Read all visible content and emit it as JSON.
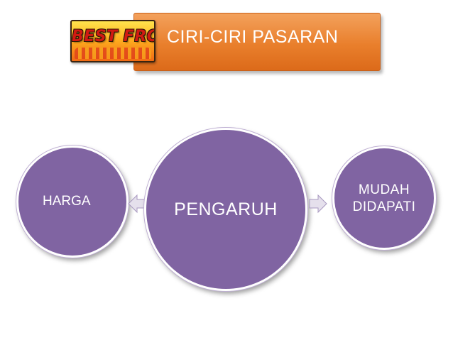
{
  "header": {
    "title": "CIRI-CIRI PASARAN",
    "logo_text": "BEST FROZZ"
  },
  "diagram": {
    "center": "PENGARUH",
    "left": "HARGA",
    "right_line1": "MUDAH",
    "right_line2": "DIDAPATI"
  },
  "colors": {
    "title_bar": "#e97f2c",
    "node_fill": "#8064a2",
    "node_border": "#ffffff",
    "arrow_fill": "#e5e0ec"
  }
}
